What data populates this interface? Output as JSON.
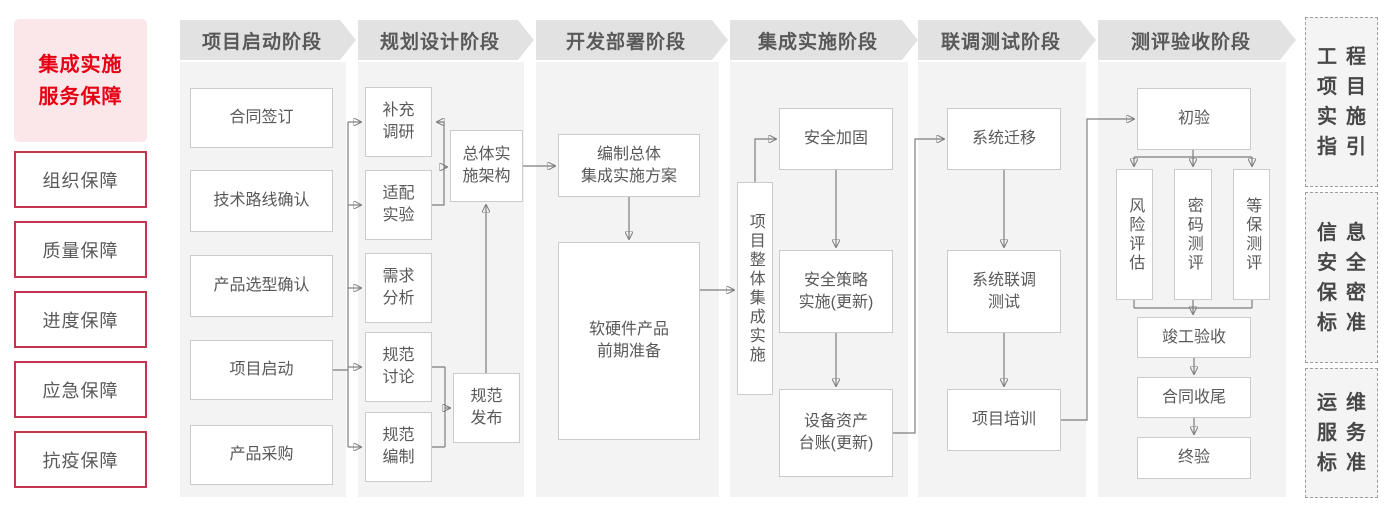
{
  "sidebar": {
    "title": "集成实施\n服务保障",
    "items": [
      {
        "label": "组织保障"
      },
      {
        "label": "质量保障"
      },
      {
        "label": "进度保障"
      },
      {
        "label": "应急保障"
      },
      {
        "label": "抗疫保障"
      }
    ]
  },
  "phases": [
    {
      "header": "项目启动阶段",
      "boxes": [
        {
          "label": "合同签订"
        },
        {
          "label": "技术路线确认"
        },
        {
          "label": "产品选型确认"
        },
        {
          "label": "项目启动"
        },
        {
          "label": "产品采购"
        }
      ]
    },
    {
      "header": "规划设计阶段",
      "boxes": [
        {
          "label": "补充\n调研"
        },
        {
          "label": "适配\n实验"
        },
        {
          "label": "需求\n分析"
        },
        {
          "label": "规范\n讨论"
        },
        {
          "label": "规范\n编制"
        },
        {
          "label": "总体实\n施架构"
        },
        {
          "label": "规范\n发布"
        }
      ]
    },
    {
      "header": "开发部署阶段",
      "boxes": [
        {
          "label": "编制总体\n集成实施方案"
        },
        {
          "label": "软硬件产品\n前期准备"
        }
      ]
    },
    {
      "header": "集成实施阶段",
      "boxes": [
        {
          "label": "项目整体集成实施"
        },
        {
          "label": "安全加固"
        },
        {
          "label": "安全策略\n实施(更新)"
        },
        {
          "label": "设备资产\n台账(更新)"
        }
      ]
    },
    {
      "header": "联调测试阶段",
      "boxes": [
        {
          "label": "系统迁移"
        },
        {
          "label": "系统联调\n测试"
        },
        {
          "label": "项目培训"
        }
      ]
    },
    {
      "header": "测评验收阶段",
      "boxes": [
        {
          "label": "初验"
        },
        {
          "label": "风险评估"
        },
        {
          "label": "密码测评"
        },
        {
          "label": "等保测评"
        },
        {
          "label": "竣工验收"
        },
        {
          "label": "合同收尾"
        },
        {
          "label": "终验"
        }
      ]
    }
  ],
  "standards": [
    {
      "label": "工程\n项目\n实施\n指引"
    },
    {
      "label": "信息\n安全\n保密\n标准"
    },
    {
      "label": "运维\n服务\n标准"
    }
  ],
  "colors": {
    "accent_red": "#e60014",
    "guarantee_border": "#c5334e",
    "title_pink_bg": "#fbe7ea",
    "header_band_bg": "#e3e2e2",
    "panel_bg": "#f4f3f3",
    "box_text": "#595959",
    "connector": "#7d7d7d"
  }
}
